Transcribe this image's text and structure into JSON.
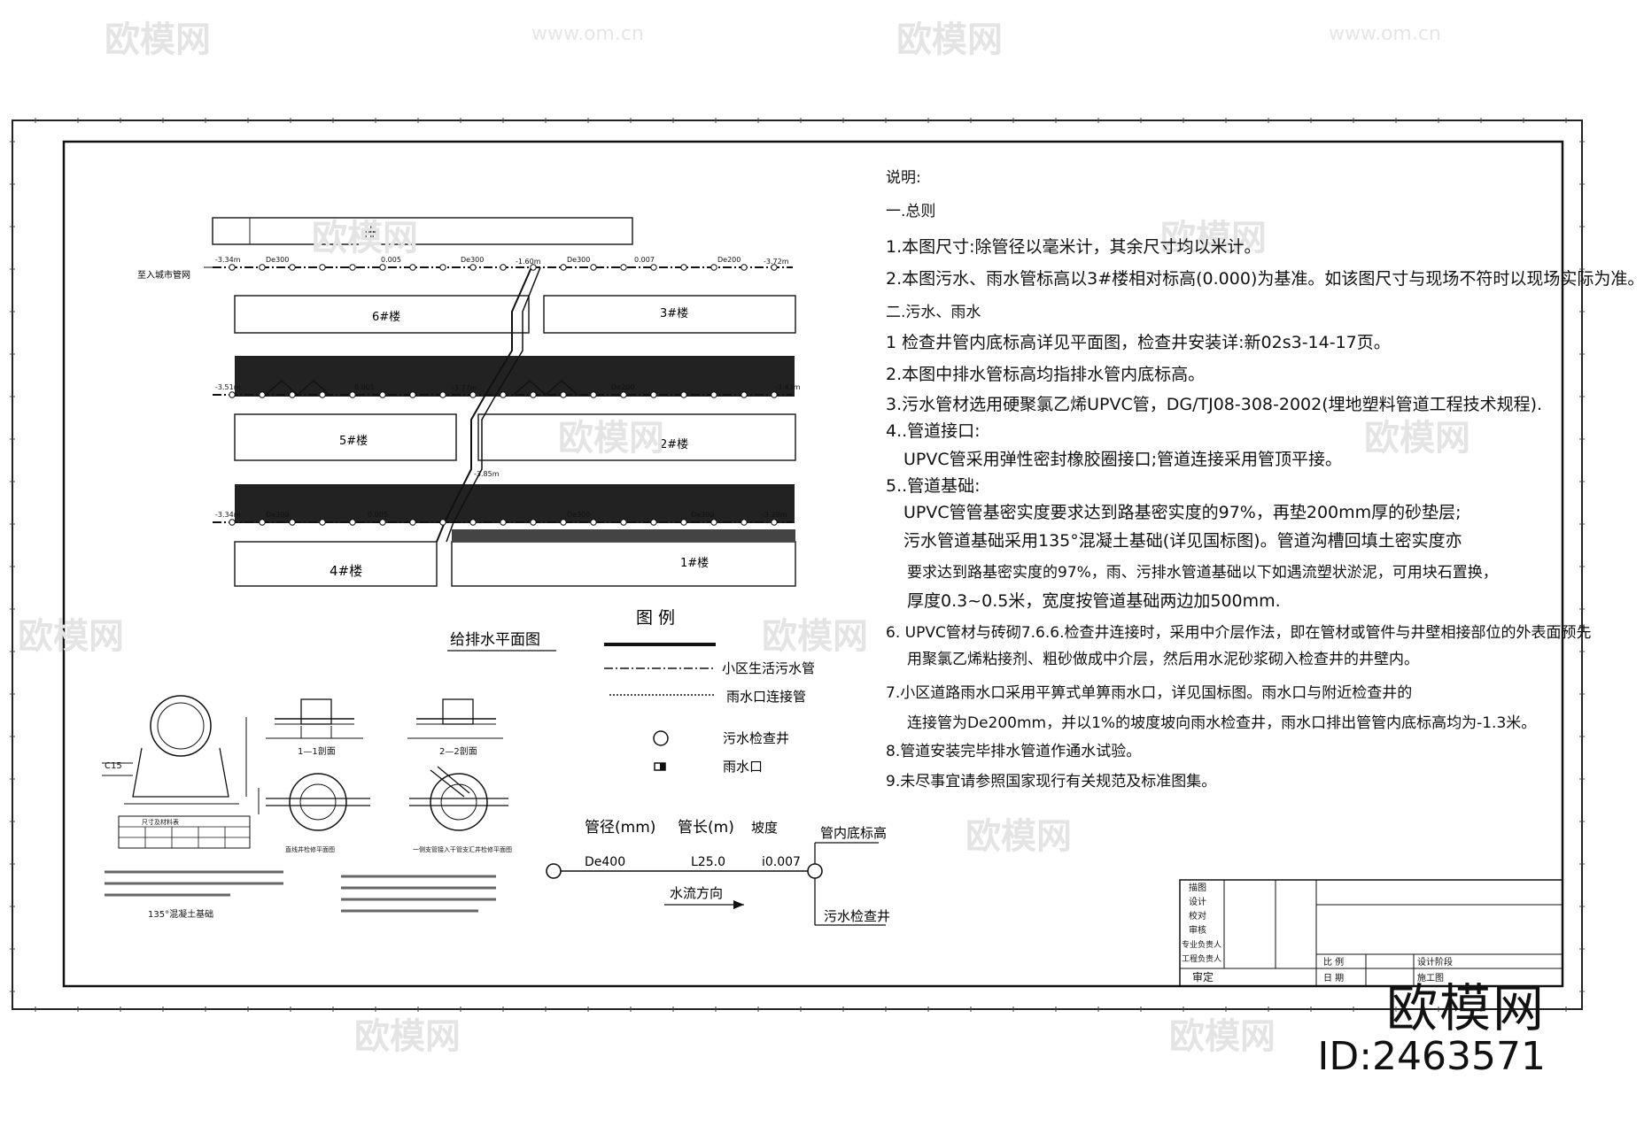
{
  "watermark": {
    "brand": "欧模网",
    "url": "www.om.cn",
    "id": "ID:2463571"
  },
  "plan": {
    "title": "给排水平面图",
    "header_cell": "排",
    "buildings": [
      "6#楼",
      "3#楼",
      "5#楼",
      "2#楼",
      "4#楼",
      "1#楼"
    ],
    "city_pipe_label": "至入城市管网",
    "elev_labels": [
      "-3.34m",
      "-1.60m",
      "-3.72m",
      "-3.51m",
      "-3.77m",
      "-3.43m",
      "-3.85m",
      "-3.34m",
      "-3.28m"
    ],
    "pipe_labels": [
      "De300",
      "0.005",
      "De300",
      "De300",
      "0.007",
      "De200",
      "0.005",
      "De200",
      "De300",
      "0.005",
      "De300",
      "De300"
    ]
  },
  "legend": {
    "title": "图  例",
    "items": [
      {
        "label": "小区生活污水管",
        "symbol": "dash-dot"
      },
      {
        "label": "雨水口连接管",
        "symbol": "dotted"
      },
      {
        "label": "污水检查井",
        "symbol": "circle"
      },
      {
        "label": "雨水口",
        "symbol": "square"
      }
    ]
  },
  "pipe_example": {
    "header": [
      "管径(mm)",
      "管长(m)",
      "坡度"
    ],
    "values": [
      "De400",
      "L25.0",
      "i0.007"
    ],
    "flow": "水流方向",
    "invert_label": "管内底标高",
    "manhole_label": "污水检查井"
  },
  "details": {
    "section1": "1—1剖面",
    "section2": "2—2剖面",
    "plan1": "直线井检修平面图",
    "plan2": "一侧支管接入干管支汇井检修平面图",
    "c15": "C15",
    "caption_135": "135°混凝土基础",
    "table_title": "尺寸及材料表"
  },
  "notes": {
    "title": "说明:",
    "lines": [
      "一.总则",
      "1.本图尺寸:除管径以毫米计，其余尺寸均以米计。",
      "2.本图污水、雨水管标高以3#楼相对标高(0.000)为基准。如该图尺寸与现场不符时以现场实际为准。",
      "二.污水、雨水",
      "1  检查井管内底标高详见平面图，检查井安装详:新02s3-14-17页。",
      "2.本图中排水管标高均指排水管内底标高。",
      "3.污水管材选用硬聚氯乙烯UPVC管，DG/TJ08-308-2002(埋地塑料管道工程技术规程).",
      "4..管道接口:",
      "UPVC管采用弹性密封橡胶圈接口;管道连接采用管顶平接。",
      "5..管道基础:",
      "UPVC管管基密实度要求达到路基密实度的97%，再垫200mm厚的砂垫层;",
      "污水管道基础采用135°混凝土基础(详见国标图)。管道沟槽回填土密实度亦",
      "要求达到路基密实度的97%，雨、污排水管道基础以下如遇流塑状淤泥，可用块石置换，",
      "厚度0.3~0.5米，宽度按管道基础两边加500mm.",
      "6. UPVC管材与砖砌7.6.6.检查井连接时，采用中介层作法，即在管材或管件与井壁相接部位的外表面预先",
      "用聚氯乙烯粘接剂、粗砂做成中介层，然后用水泥砂浆砌入检查井的井壁内。",
      "7.小区道路雨水口采用平箅式单箅雨水口，详见国标图。雨水口与附近检查井的",
      "连接管为De200mm，并以1%的坡度坡向雨水检查井，雨水口排出管管内底标高均为-1.3米。",
      "8.管道安装完毕排水管道作通水试验。",
      "9.未尽事宜请参照国家现行有关规范及标准图集。"
    ]
  },
  "title_block": {
    "rows": [
      "描图",
      "设计",
      "校对",
      "审核",
      "专业负责人",
      "工程负责人"
    ],
    "bottom_left": "审定",
    "scale": "比  例",
    "date": "日  期",
    "stage": "设计阶段",
    "stage_val": "施工图"
  }
}
